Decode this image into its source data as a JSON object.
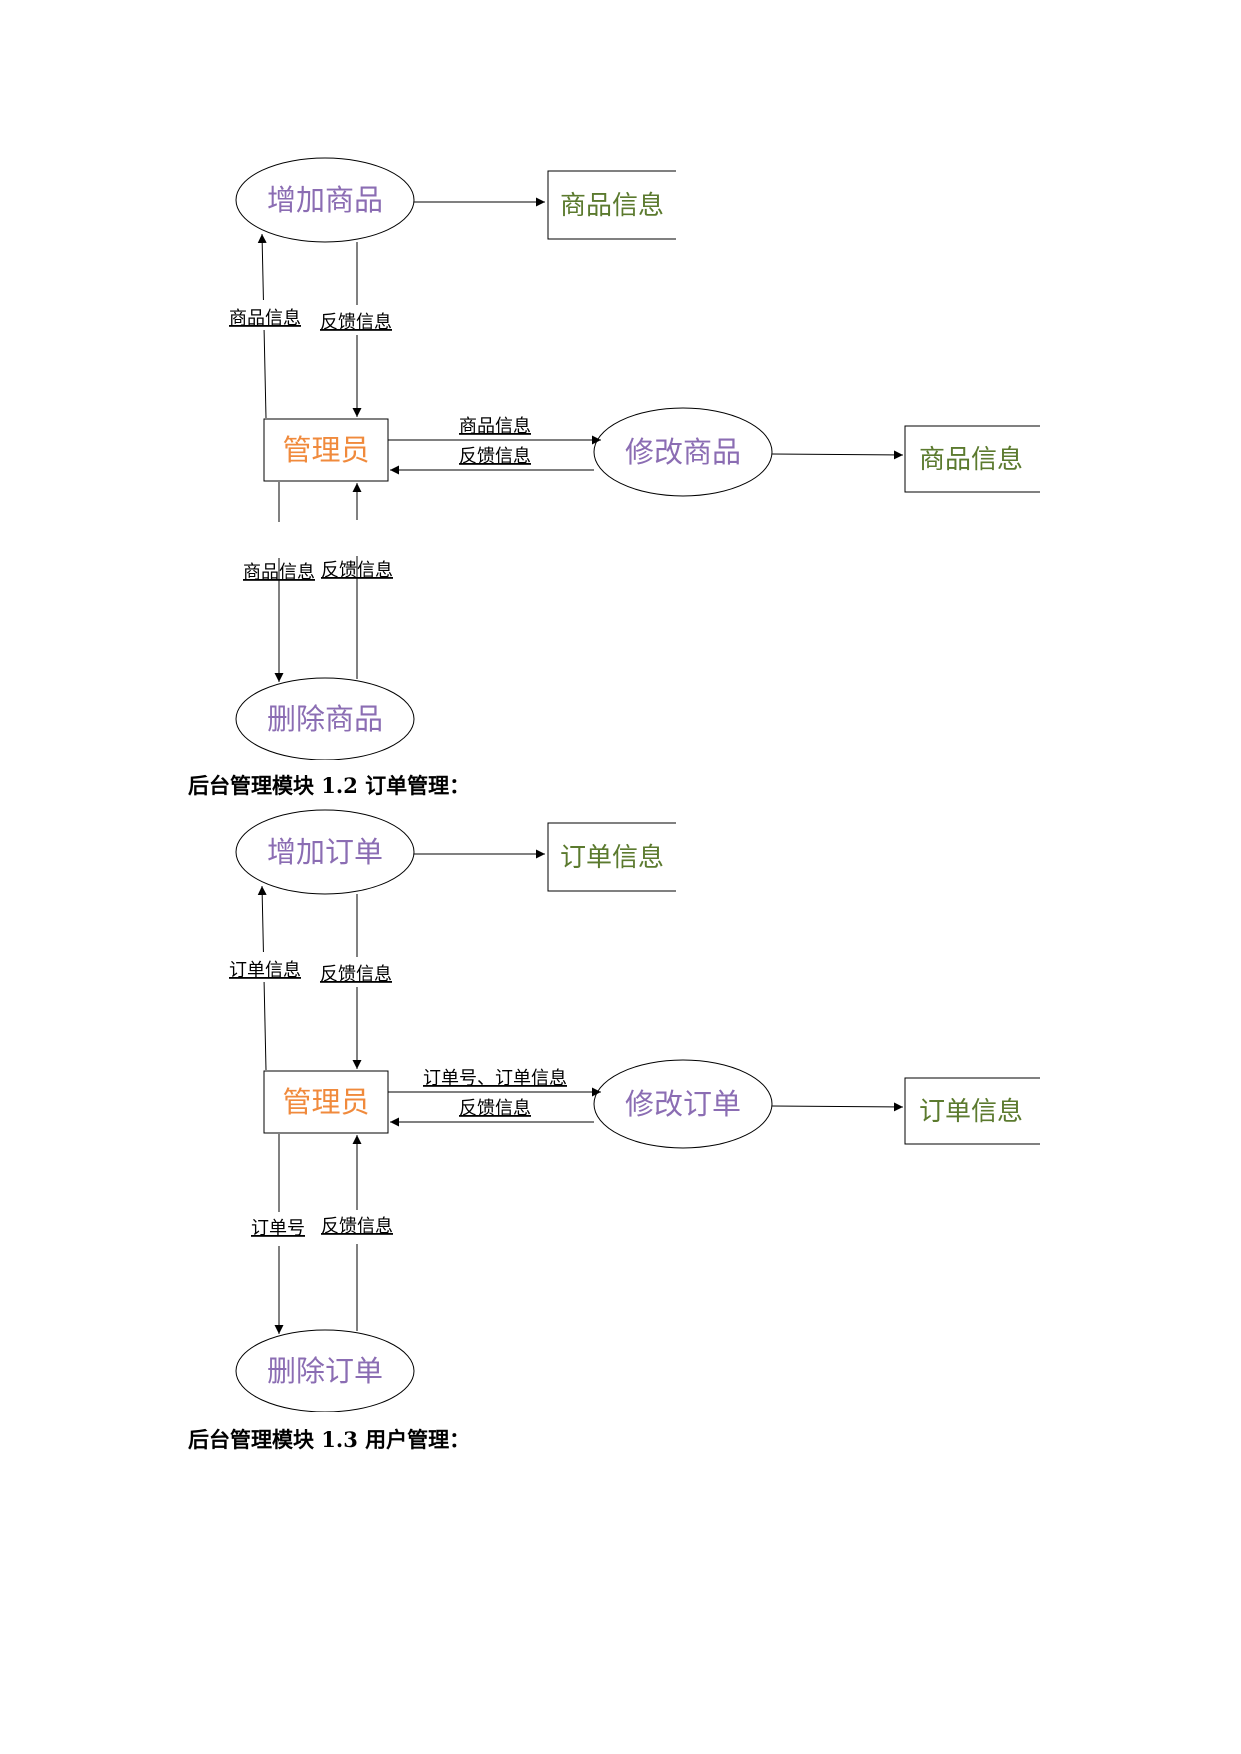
{
  "diagrams": [
    {
      "add_process": "增加商品",
      "admin": "管理员",
      "modify_process": "修改商品",
      "delete_process": "删除商品",
      "store_add": "商品信息",
      "store_modify": "商品信息",
      "flow_add_in": "商品信息",
      "flow_add_out": "反馈信息",
      "flow_mod_in": "商品信息",
      "flow_mod_out": "反馈信息",
      "flow_del_in": "商品信息",
      "flow_del_out": "反馈信息"
    },
    {
      "add_process": "增加订单",
      "admin": "管理员",
      "modify_process": "修改订单",
      "delete_process": "删除订单",
      "store_add": "订单信息",
      "store_modify": "订单信息",
      "flow_add_in": "订单信息",
      "flow_add_out": "反馈信息",
      "flow_mod_in": "订单号、订单信息",
      "flow_mod_out": "反馈信息",
      "flow_del_in": "订单号",
      "flow_del_out": "反馈信息"
    }
  ],
  "headings": {
    "order_management": "后台管理模块 1.2 订单管理：",
    "user_management": "后台管理模块 1.3 用户管理："
  },
  "colors": {
    "process_text": "#8B6DB3",
    "store_text": "#5B7A2E",
    "admin_text": "#F08A3C"
  }
}
